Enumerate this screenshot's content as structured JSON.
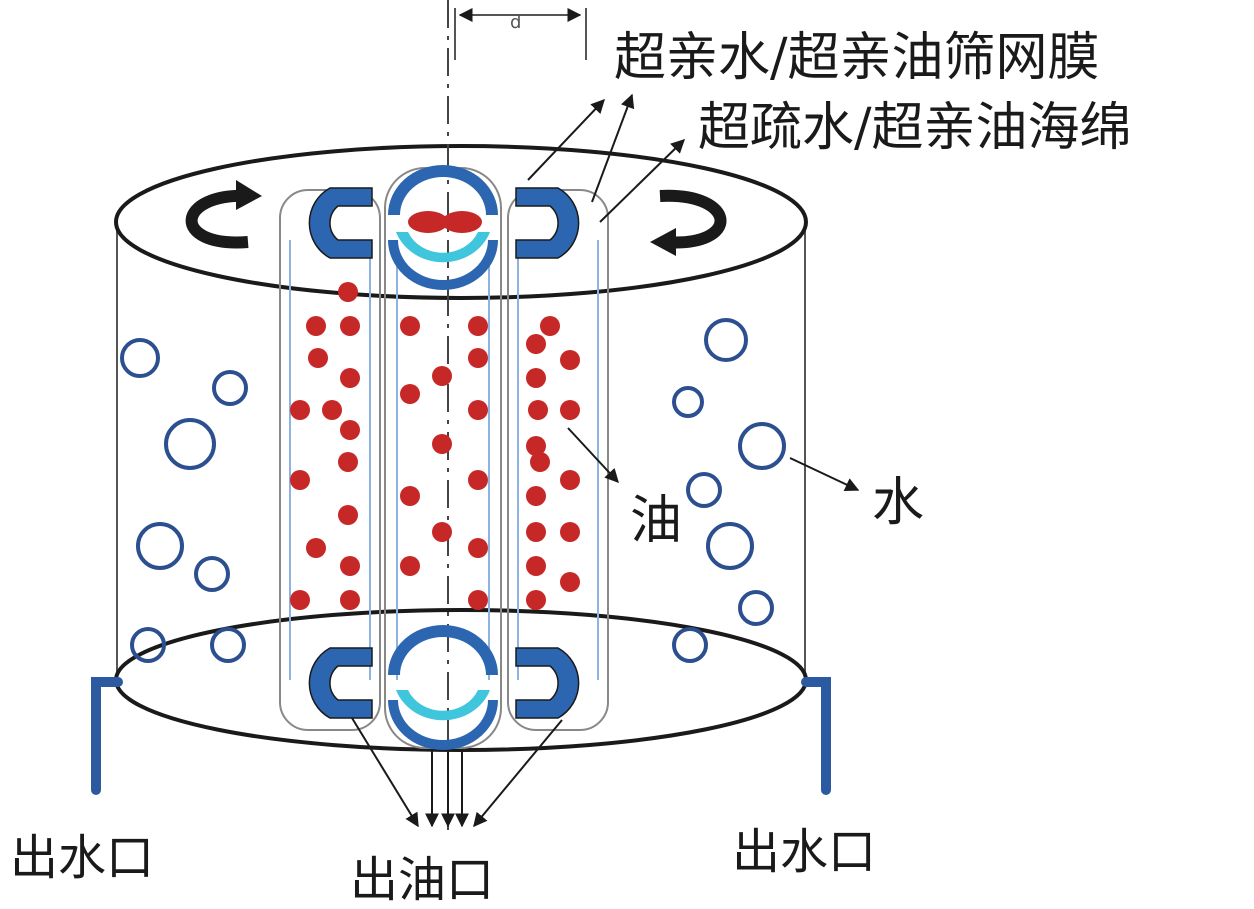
{
  "labels": {
    "membrane": "超亲水/超亲油筛网膜",
    "sponge": "超疏水/超亲油海绵",
    "oil": "油",
    "water": "水",
    "water_outlet_left": "出水口",
    "oil_outlet": "出油口",
    "water_outlet_right": "出水口",
    "gap": "d"
  },
  "colors": {
    "oil": "#c62828",
    "water": "#2c4f8f",
    "cap_dark": "#2d66b0",
    "cap_light": "#3fc6dd",
    "outline": "#1a1a1a",
    "pipe": "#2c5aa0",
    "inner_line": "#8fb3e0"
  }
}
